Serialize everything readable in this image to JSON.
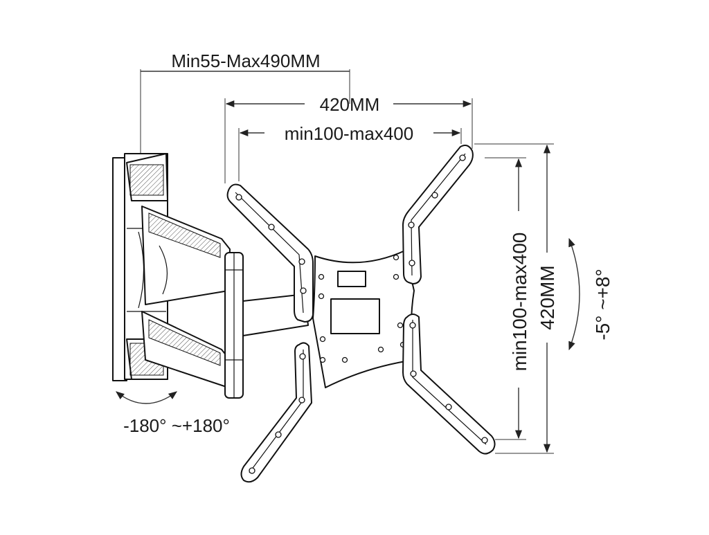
{
  "dimensions": {
    "arm_extension": "Min55-Max490MM",
    "plate_width": "420MM",
    "vesa_horizontal": "min100-max400",
    "vesa_vertical": "min100-max400",
    "plate_height": "420MM",
    "swivel": "-180° ~+180°",
    "tilt": "-5° ~+8°"
  }
}
